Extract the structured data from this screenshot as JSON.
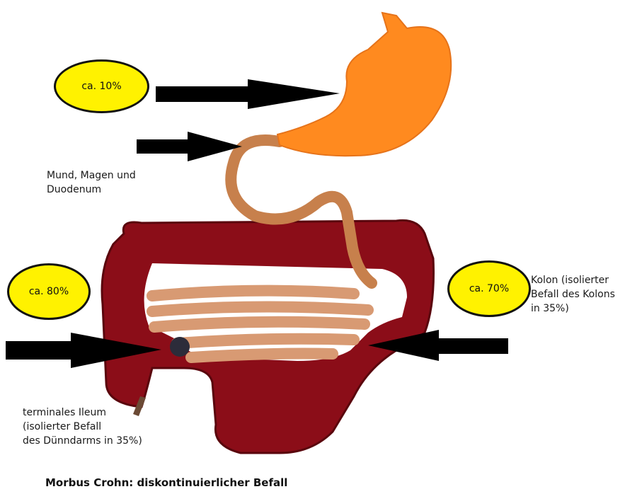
{
  "title": "Morbus Crohn: diskontinuierlicher Befall",
  "badges": {
    "stomach": "ca. 10%",
    "ileum": "ca. 80%",
    "colon": "ca. 70%"
  },
  "labels": {
    "mouth": "Mund, Magen und\nDuodenum",
    "ileum": "terminales Ileum\n(isolierter Befall\ndes Dünndarms in 35%)",
    "colon": "Kolon (isolierter\nBefall des Kolons\nin 35%)"
  },
  "colors": {
    "stomach": "#ff8a1f",
    "esophagus": "#c7804c",
    "colon": "#8b0d18",
    "small_intestine": "#d89a73",
    "ileum_spot": "#2c2c3a",
    "badge_fill": "#fff200",
    "arrow": "#000000"
  },
  "icons": [
    "arrow-right-icon",
    "arrow-left-icon"
  ]
}
